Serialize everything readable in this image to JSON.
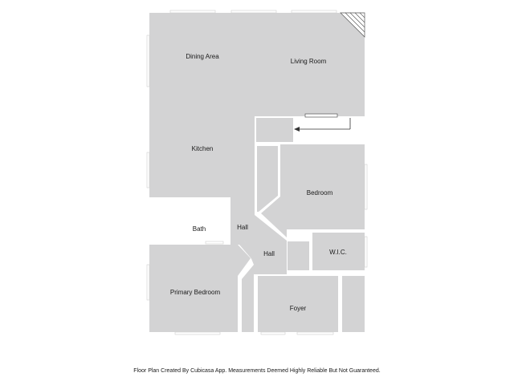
{
  "plan": {
    "rooms": {
      "dining_area": "Dining Area",
      "living_room": "Living Room",
      "kitchen": "Kitchen",
      "bedroom": "Bedroom",
      "bath": "Bath",
      "hall_upper": "Hall",
      "hall_lower": "Hall",
      "wic": "W.I.C.",
      "primary_bedroom": "Primary Bedroom",
      "foyer": "Foyer"
    },
    "colors": {
      "room_fill": "#d3d3d4",
      "wall": "#ffffff",
      "label": "#1a1a1a"
    }
  },
  "footer": {
    "caption": "Floor Plan Created By Cubicasa App. Measurements Deemed Highly Reliable But Not Guaranteed."
  }
}
